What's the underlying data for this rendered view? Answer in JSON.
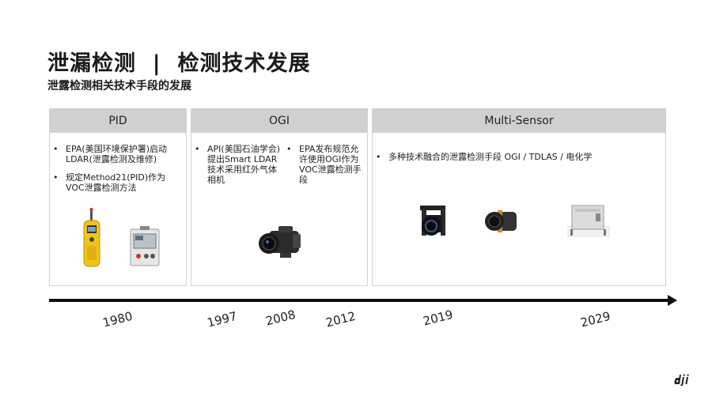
{
  "header": {
    "title": "泄漏检测  |  检测技术发展",
    "subtitle": "泄露检测相关技术手段的发展"
  },
  "cards": [
    {
      "title": "PID",
      "bullets": [
        "EPA(美国环境保护署)启动LDAR(泄露检测及维修)",
        "规定Method21(PID)作为VOC泄露检测方法"
      ]
    },
    {
      "title": "OGI",
      "bullets": [
        "API(美国石油学会)提出Smart LDAR技术采用红外气体相机",
        "EPA发布规范允许使用OGI作为VOC泄露检测手段"
      ]
    },
    {
      "title": "Multi-Sensor",
      "bullets": [
        "多种技术融合的泄露检测手段  OGI / TDLAS / 电化学"
      ]
    }
  ],
  "timeline": {
    "years": [
      "1980",
      "1997",
      "2008",
      "2012",
      "2019",
      "2029"
    ]
  },
  "icons": {
    "pid_handheld": "handheld-pid-detector-icon",
    "pid_analyzer": "portable-analyzer-icon",
    "ogi_camera": "infrared-gas-camera-icon",
    "gimbal_camera": "gimbal-camera-icon",
    "thermal_camera": "thermal-camera-icon",
    "sensor_box": "sensor-enclosure-icon",
    "logo": "dji-logo-icon"
  },
  "colors": {
    "header_bg": "#d0d0d0",
    "accent_yellow": "#f2c418",
    "timeline": "#111111"
  }
}
